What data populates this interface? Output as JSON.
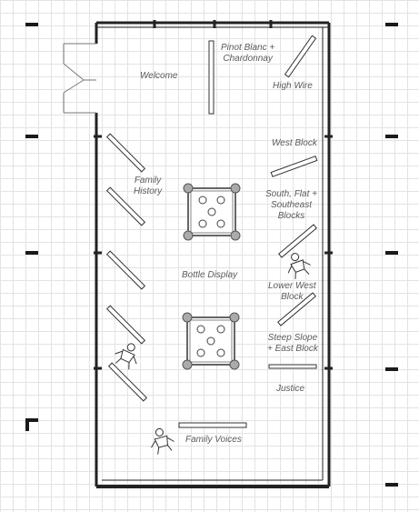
{
  "floor_plan": {
    "rooms": {
      "welcome": "Welcome",
      "pinot_blanc": [
        "Pinot Blanc +",
        "Chardonnay"
      ],
      "high_wire": "High Wire",
      "west_block": "West Block",
      "family_history": [
        "Family",
        "History"
      ],
      "south_flat_southeast": [
        "South, Flat +",
        "Southeast",
        "Blocks"
      ],
      "bottle_display": "Bottle Display",
      "lower_west_block": [
        "Lower West",
        "Block"
      ],
      "steep_slope_east_block": [
        "Steep Slope",
        "+ East Block"
      ],
      "justice": "Justice",
      "family_voices": "Family Voices"
    },
    "colors": {
      "wall": "#222222",
      "grid": "#e3e3e3",
      "label_text": "#5a5a5a",
      "panel": "#ffffff",
      "display_post": "#aaaaaa"
    },
    "icons": [
      "person-icon",
      "person-icon",
      "person-icon"
    ]
  }
}
